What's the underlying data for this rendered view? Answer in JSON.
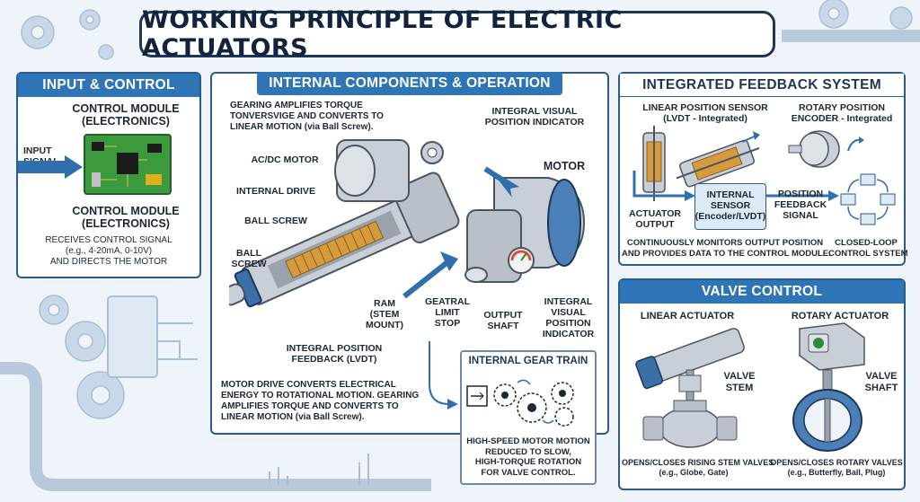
{
  "title": "WORKING PRINCIPLE OF ELECTRIC ACTUATORS",
  "input_panel": {
    "heading": "INPUT & CONTROL",
    "module_top": "CONTROL MODULE\n(ELECTRONICS)",
    "input_signal": "INPUT\nSIGNAL",
    "module_bottom": "CONTROL MODULE\n(ELECTRONICS)",
    "description": "RECEIVES CONTROL SIGNAL\n(e.g., 4-20mA, 0-10V)\nAND DIRECTS THE MOTOR"
  },
  "internal_panel": {
    "heading": "INTERNAL COMPONENTS & OPERATION",
    "gearing_note": "GEARING AMPLIFIES TORQUE\nTONVERSVIGE AND CONVERTS TO\nLINEAR MOTION (via Ball Screw).",
    "integral_visual_top": "INTEGRAL VISUAL\nPOSITION INDICATOR",
    "motor": "MOTOR",
    "acdc_motor": "AC/DC MOTOR",
    "internal_drive": "INTERNAL DRIVE",
    "ball_screw": "BALL SCREW",
    "ball_screw_left": "BALL\nSCREW",
    "ram": "RAM\n(STEM\nMOUNT)",
    "gearatal": "GEATRAL\nLIMIT\nSTOP",
    "output_shaft": "OUTPUT\nSHAFT",
    "integral_visual_bottom": "INTEGRAL\nVISUAL\nPOSITION\nINDICATOR",
    "integral_feedback": "INTEGRAL POSITION\nFEEDBACK (LVDT)",
    "motor_drive_note": "MOTOR DRIVE CONVERTS ELECTRICAL\nENERGY TO ROTATIONAL MOTION. GEARING\nAMPLIFIES TORQUE AND CONVERTS TO\nLINEAR MOTION (via Ball Screw).",
    "gear_train_heading": "INTERNAL GEAR TRAIN",
    "gear_train_note": "HIGH-SPEED MOTOR MOTION\nREDUCED TO SLOW,\nHIGH-TORQUE ROTATION\nFOR VALVE CONTROL."
  },
  "feedback_panel": {
    "heading": "INTEGRATED FEEDBACK SYSTEM",
    "linear_sensor": "LINEAR POSITION SENSOR\n(LVDT - Integrated)",
    "rotary_sensor": "ROTARY POSITION\nENCODER - Integrated",
    "actuator_output": "ACTUATOR\nOUTPUT",
    "internal_sensor": "INTERNAL\nSENSOR\n(Encoder/LVDT)",
    "position_feedback": "POSITION\nFEEDBACK\nSIGNAL",
    "monitor_note": "CONTINUOUSLY MONITORS OUTPUT POSITION\nAND PROVIDES DATA TO THE CONTROL MODULE.",
    "closed_loop": "CLOSED-LOOP\nCONTROL SYSTEM"
  },
  "valve_panel": {
    "heading": "VALVE CONTROL",
    "linear_actuator": "LINEAR ACTUATOR",
    "rotary_actuator": "ROTARY ACTUATOR",
    "valve_stem": "VALVE\nSTEM",
    "valve_shaft": "VALVE\nSHAFT",
    "linear_note": "OPENS/CLOSES RISING STEM VALVES\n(e.g., Globe, Gate)",
    "rotary_note": "OPENS/CLOSES ROTARY VALVES\n(e.g., Butterfly, Ball, Plug)"
  },
  "colors": {
    "panel_header": "#2f75b5",
    "panel_border": "#2b5b86",
    "arrow": "#2f6fae",
    "pcb": "#3c9a3c",
    "actuator_body": "#c9cfd6",
    "accent_blue": "#4a7fb8"
  }
}
